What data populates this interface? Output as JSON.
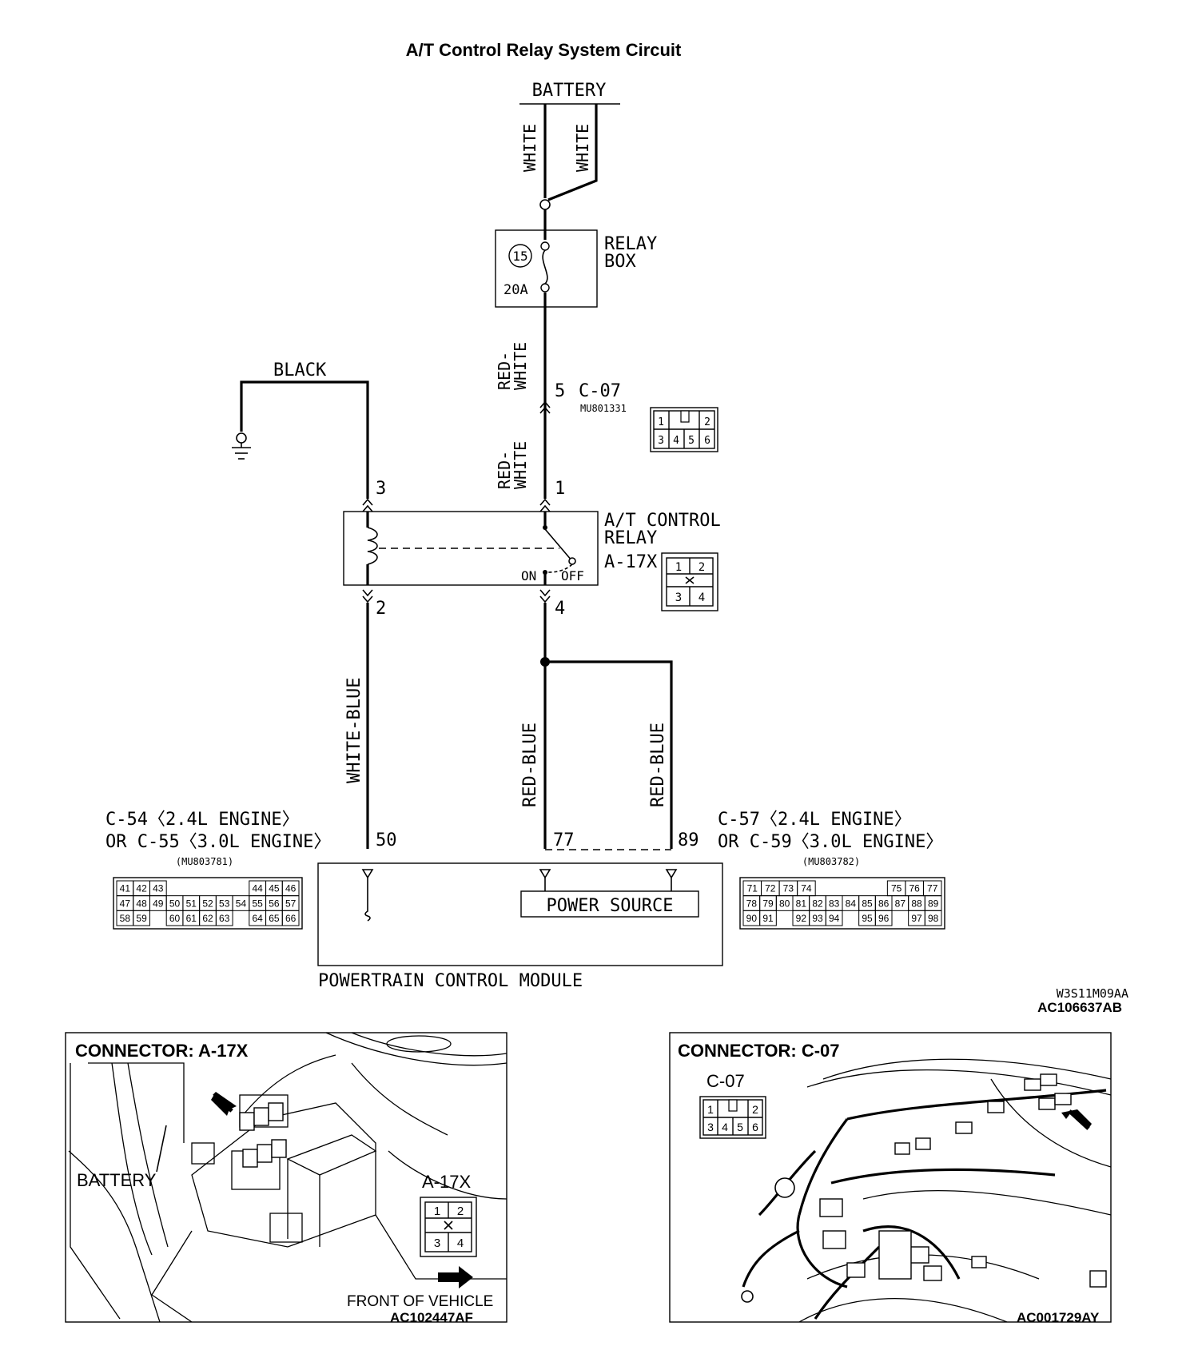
{
  "title": "A/T Control Relay System Circuit",
  "battery": "BATTERY",
  "wire_colors": {
    "white_left": "WHITE",
    "white_right": "WHITE",
    "red_white_upper": "RED-\nWHITE",
    "red_white_lower": "RED-\nWHITE",
    "black": "BLACK",
    "white_blue": "WHITE-BLUE",
    "red_blue_left": "RED-BLUE",
    "red_blue_right": "RED-BLUE"
  },
  "relay_box": {
    "label_line1": "RELAY",
    "label_line2": "BOX",
    "fuse_no": "15",
    "fuse_rating": "20A"
  },
  "connector_c07": {
    "pin": "5",
    "name": "C-07",
    "part": "MU801331",
    "pins_top": [
      "1",
      "",
      "",
      "2"
    ],
    "pins_bottom": [
      "3",
      "4",
      "5",
      "6"
    ]
  },
  "relay": {
    "label_line1": "A/T CONTROL",
    "label_line2": "RELAY",
    "connector": "A-17X",
    "pin_3": "3",
    "pin_1": "1",
    "pin_2": "2",
    "pin_4": "4",
    "on": "ON",
    "off": "OFF",
    "pins": [
      "1",
      "2",
      "3",
      "4"
    ]
  },
  "pcm": {
    "label": "POWERTRAIN CONTROL MODULE",
    "power_source": "POWER SOURCE",
    "pin_50": "50",
    "pin_77": "77",
    "pin_89": "89",
    "left_conn_line1": "C-54〈2.4L ENGINE〉",
    "left_conn_line2": "OR C-55〈3.0L ENGINE〉",
    "left_conn_part": "(MU803781)",
    "right_conn_line1": "C-57〈2.4L ENGINE〉",
    "right_conn_line2": "OR C-59〈3.0L ENGINE〉",
    "right_conn_part": "(MU803782)",
    "left_rows": [
      [
        "41",
        "42",
        "43",
        "",
        "",
        "",
        "",
        "",
        "44",
        "45",
        "46"
      ],
      [
        "47",
        "48",
        "49",
        "50",
        "51",
        "52",
        "53",
        "54",
        "55",
        "56",
        "57"
      ],
      [
        "58",
        "59",
        "",
        "60",
        "61",
        "62",
        "63",
        "",
        "64",
        "65",
        "66"
      ]
    ],
    "right_rows": [
      [
        "71",
        "72",
        "73",
        "74",
        "",
        "",
        "",
        "",
        "75",
        "76",
        "77"
      ],
      [
        "78",
        "79",
        "80",
        "81",
        "82",
        "83",
        "84",
        "85",
        "86",
        "87",
        "88",
        "89"
      ],
      [
        "90",
        "91",
        "",
        "92",
        "93",
        "94",
        "",
        "95",
        "96",
        "",
        "97",
        "98"
      ]
    ]
  },
  "codes": {
    "figure_code_1": "W3S11M09AA",
    "figure_code_2": "AC106637AB"
  },
  "panel_a17x": {
    "heading": "CONNECTOR: A-17X",
    "battery": "BATTERY",
    "connector": "A-17X",
    "front": "FRONT OF VEHICLE",
    "code": "AC102447AF",
    "pins": [
      "1",
      "2",
      "3",
      "4"
    ]
  },
  "panel_c07": {
    "heading": "CONNECTOR: C-07",
    "connector": "C-07",
    "code": "AC001729AY",
    "pins_top": [
      "1",
      "",
      "",
      "2"
    ],
    "pins_bottom": [
      "3",
      "4",
      "5",
      "6"
    ]
  }
}
